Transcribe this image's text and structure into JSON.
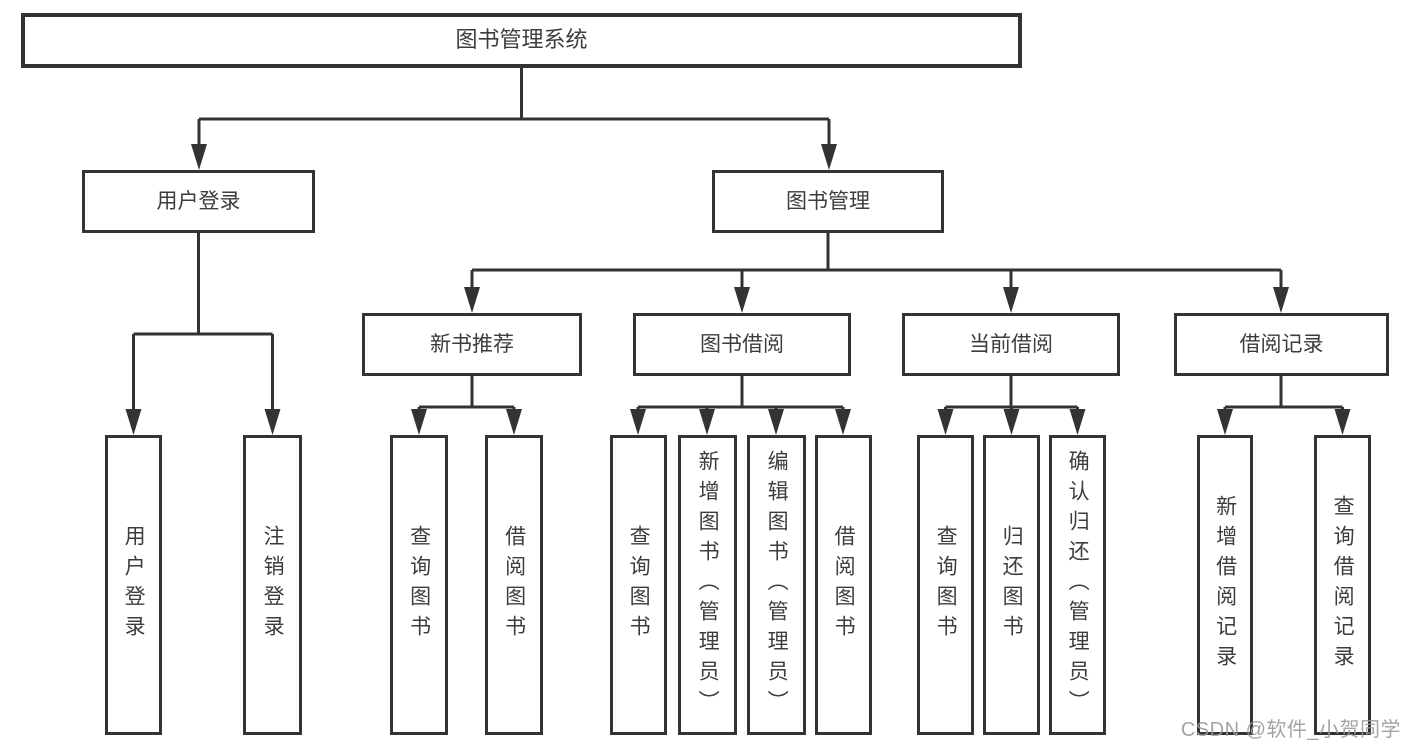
{
  "diagram": {
    "title": "图书管理系统",
    "colors": {
      "line": "#333333",
      "box_border": "#333333",
      "text": "#3d3d3d",
      "background": "#ffffff",
      "watermark": "#9b9b9b"
    },
    "nodes": {
      "root": "图书管理系统",
      "user_login": "用户登录",
      "book_manage": "图书管理",
      "new_book_rec": "新书推荐",
      "book_borrow": "图书借阅",
      "current_borrow": "当前借阅",
      "borrow_record": "借阅记录",
      "leaf_user_login": "用户登录",
      "leaf_logout": "注销登录",
      "leaf_nbr_query_book": "查询图书",
      "leaf_nbr_borrow_book": "借阅图书",
      "leaf_bb_query_book": "查询图书",
      "leaf_bb_add_book": "新增图书（管理员）",
      "leaf_bb_edit_book": "编辑图书（管理员）",
      "leaf_bb_borrow_book": "借阅图书",
      "leaf_cb_query_book": "查询图书",
      "leaf_cb_return_book": "归还图书",
      "leaf_cb_confirm_return": "确认归还（管理员）",
      "leaf_br_add_record": "新增借阅记录",
      "leaf_br_query_record": "查询借阅记录"
    },
    "hierarchy": {
      "图书管理系统": {
        "用户登录": [
          "用户登录",
          "注销登录"
        ],
        "图书管理": {
          "新书推荐": [
            "查询图书",
            "借阅图书"
          ],
          "图书借阅": [
            "查询图书",
            "新增图书（管理员）",
            "编辑图书（管理员）",
            "借阅图书"
          ],
          "当前借阅": [
            "查询图书",
            "归还图书",
            "确认归还（管理员）"
          ],
          "借阅记录": [
            "新增借阅记录",
            "查询借阅记录"
          ]
        }
      }
    },
    "watermark": "CSDN @软件_小贺同学"
  }
}
